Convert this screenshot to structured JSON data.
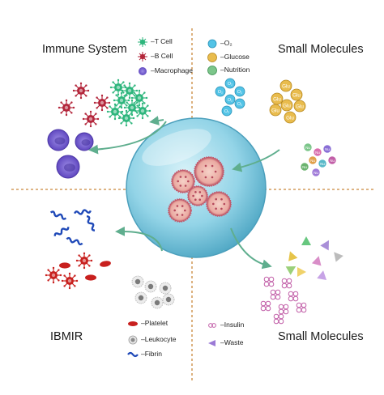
{
  "quadrants": {
    "top_left_title": "Immune System",
    "top_right_title": "Small Molecules",
    "bottom_left_title": "IBMIR",
    "bottom_right_title": "Small Molecules"
  },
  "legends": {
    "immune": [
      "–T Cell",
      "–B Cell",
      "–Macrophage"
    ],
    "molecules": [
      "–O₂",
      "–Glucose",
      "–Nutrition"
    ],
    "ibmir": [
      "–Platelet",
      "–Leukocyte",
      "–Fibrin"
    ],
    "waste": [
      "–Insulin",
      "–Waste"
    ]
  },
  "molecule_labels": {
    "oxygen": "O₂",
    "glucose": "Glu",
    "nutrition": "Nu"
  },
  "colors": {
    "divider": "#c9873a",
    "capsule": "#8fd3e6",
    "arrow": "#5fae8e",
    "platelet": "#c8201e",
    "bcell": "#b3263b",
    "tcell": "#2eb67d",
    "macrophage": "#6f57c9",
    "oxygen": "#53c3e6",
    "glucose": "#e9bc4d",
    "fibrin": "#1f49b8",
    "insulin": "#c25fa8",
    "waste": "#9b7ad6"
  }
}
